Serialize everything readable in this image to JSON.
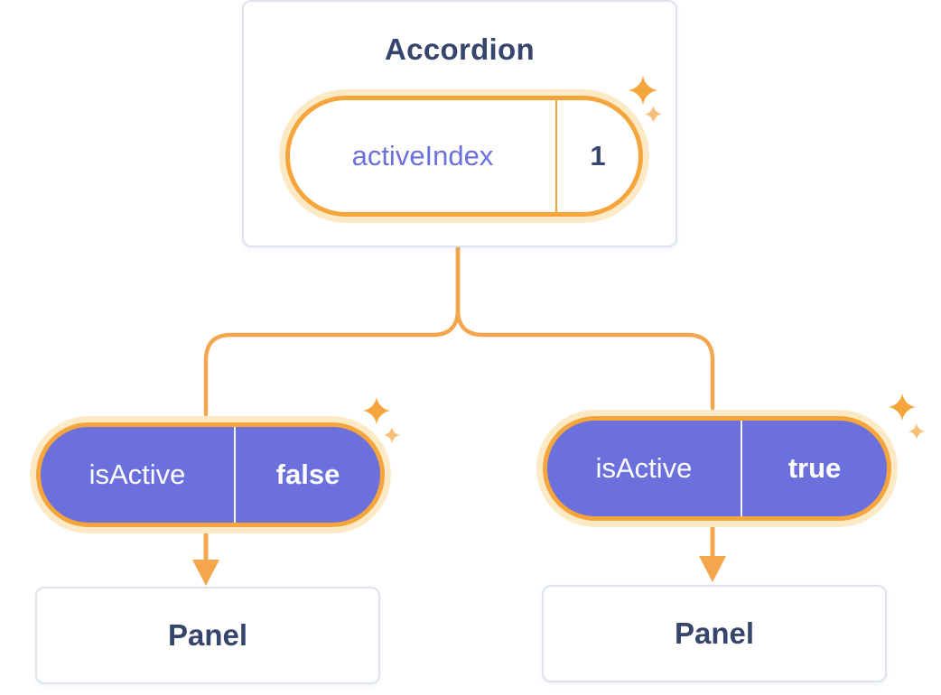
{
  "diagram": {
    "parent": {
      "title": "Accordion",
      "state": {
        "label": "activeIndex",
        "value": "1"
      }
    },
    "children": [
      {
        "prop": {
          "label": "isActive",
          "value": "false"
        },
        "panel_title": "Panel"
      },
      {
        "prop": {
          "label": "isActive",
          "value": "true"
        },
        "panel_title": "Panel"
      }
    ],
    "colors": {
      "accent_orange": "#F5A53C",
      "accent_orange_glow": "#FCE9C6",
      "prop_purple": "#6B70DC",
      "text_navy": "#36456B",
      "card_border": "#DDE4EF"
    }
  }
}
